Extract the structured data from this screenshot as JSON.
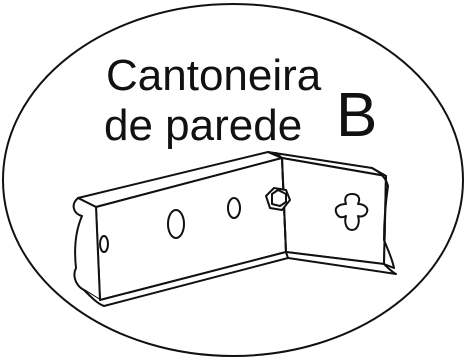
{
  "label": {
    "line1": "Cantoneira",
    "line2": "de parede",
    "letter": "B"
  },
  "colors": {
    "ink": "#111111",
    "paper": "#ffffff"
  },
  "icons": {
    "part": "wall-corner-bracket-icon"
  }
}
